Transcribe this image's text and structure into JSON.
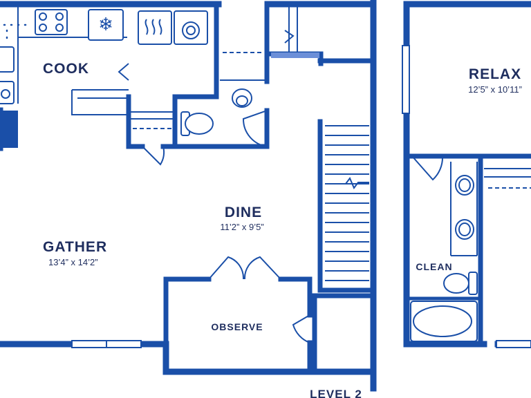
{
  "rooms": {
    "cook": {
      "label": "COOK"
    },
    "gather": {
      "label": "GATHER",
      "dims": "13’4” x 14’2”"
    },
    "dine": {
      "label": "DINE",
      "dims": "11’2” x 9’5”"
    },
    "observe": {
      "label": "OBSERVE"
    },
    "relax": {
      "label": "RELAX",
      "dims": "12’5” x 10’11”"
    },
    "clean": {
      "label": "CLEAN"
    }
  },
  "level_label": "LEVEL 2",
  "colors": {
    "wall": "#1a4fa8",
    "text": "#1e2d5e",
    "background": "#ffffff"
  }
}
